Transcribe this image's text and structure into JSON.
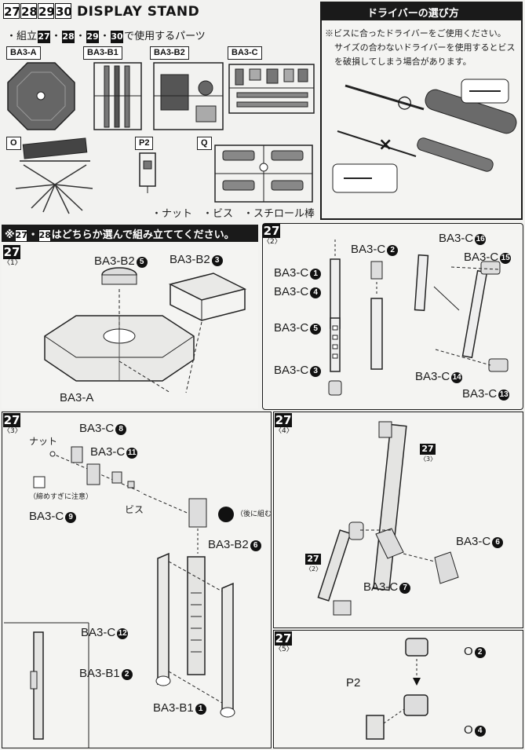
{
  "header": {
    "step_numbers": [
      "27",
      "28",
      "29",
      "30"
    ],
    "title": "DISPLAY STAND",
    "parts_line_prefix": "・組立",
    "parts_line_nums": [
      "27",
      "28",
      "29",
      "30"
    ],
    "parts_line_suffix": "で使用するパーツ"
  },
  "parts_runners": [
    {
      "code": "BA3-A"
    },
    {
      "code": "BA3-B1"
    },
    {
      "code": "BA3-B2"
    },
    {
      "code": "BA3-C"
    },
    {
      "code": "O"
    },
    {
      "code": "P2"
    },
    {
      "code": "Q"
    }
  ],
  "small_parts_caption": "・ナット　・ビス　・スチロール棒",
  "screwdriver": {
    "title": "ドライバーの選び方",
    "note_line1": "※ビスに合ったドライバーをご使用ください。",
    "note_line2": "サイズの合わないドライバーを使用するとビス",
    "note_line3": "を破損してしまう場合があります。",
    "good_mark": "○",
    "bad_mark": "×"
  },
  "choose_note": {
    "prefix": "※",
    "nums": [
      "27",
      "28"
    ],
    "text": "はどちらか選んで組み立ててください。"
  },
  "step_27_1": {
    "num": "27",
    "sub": "〈1〉",
    "labels": {
      "b2_5": "BA3-B2",
      "b2_3": "BA3-B2",
      "a": "BA3-A"
    },
    "circled": {
      "b2_5": "5",
      "b2_3": "3"
    }
  },
  "step_27_2": {
    "num": "27",
    "sub": "〈2〉",
    "labels": [
      "BA3-C",
      "BA3-C",
      "BA3-C",
      "BA3-C",
      "BA3-C",
      "BA3-C",
      "BA3-C",
      "BA3-C",
      "BA3-C"
    ],
    "circled": [
      "2",
      "1",
      "4",
      "5",
      "3",
      "16",
      "15",
      "14",
      "13"
    ]
  },
  "step_27_3": {
    "num": "27",
    "sub": "〈3〉",
    "nut_label": "ナット",
    "screw_label": "ビス",
    "caution_label": "（締めすぎに注意）",
    "back_note": "（後に組む）",
    "labels": [
      "BA3-C",
      "BA3-C",
      "BA3-C",
      "BA3-B2",
      "BA3-C",
      "BA3-B1",
      "BA3-B1"
    ],
    "circled": [
      "8",
      "11",
      "9",
      "6",
      "12",
      "2",
      "1"
    ]
  },
  "step_27_4": {
    "num": "27",
    "sub": "〈4〉",
    "ref_3": "〈3〉",
    "ref_2": "〈2〉",
    "labels": [
      "BA3-C",
      "BA3-C"
    ],
    "circled": [
      "6",
      "7"
    ]
  },
  "step_27_5": {
    "num": "27",
    "sub": "〈5〉",
    "labels": [
      "O",
      "O",
      "P2"
    ],
    "circled": [
      "2",
      "4"
    ]
  },
  "colors": {
    "ink": "#111111",
    "paper": "#f4f4f2",
    "line": "#1a1a1a"
  }
}
